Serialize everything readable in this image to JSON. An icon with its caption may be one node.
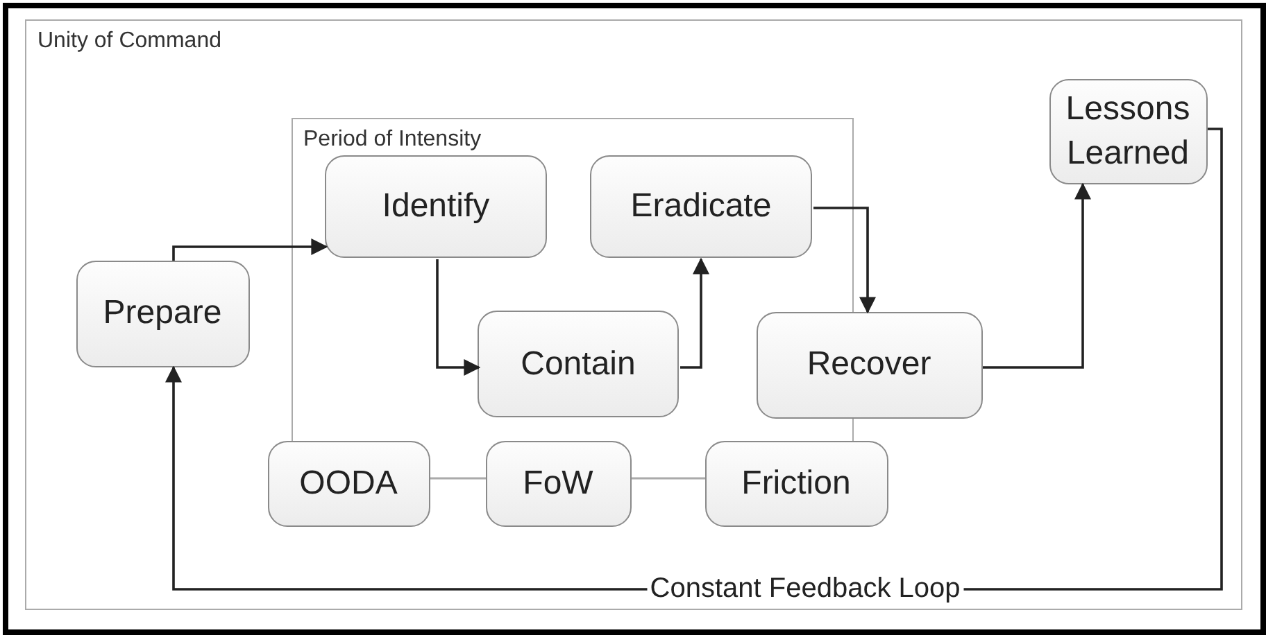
{
  "diagram": {
    "nodes": [
      {
        "text": [
          "Unity of Command"
        ]
      },
      {
        "text": [
          "Period of Intensity"
        ],
        "in": 0
      },
      {
        "text": [
          "Prepare"
        ],
        "in": 0
      },
      {
        "text": [
          "Identify"
        ],
        "in": 1
      },
      {
        "text": [
          "Eradicate"
        ],
        "in": 1
      },
      {
        "text": [
          "Contain"
        ],
        "in": 1
      },
      {
        "text": [
          "Recover"
        ],
        "in": 0
      },
      {
        "text": [
          "Lessons Learned"
        ],
        "in": 0
      },
      {
        "text": [
          "OODA"
        ],
        "in": 0
      },
      {
        "text": [
          "FoW"
        ],
        "in": 0
      },
      {
        "text": [
          "Friction"
        ],
        "in": 0
      }
    ],
    "edges": [
      {
        "from": 2,
        "to": 3,
        "arrow": "to"
      },
      {
        "from": 3,
        "to": 5,
        "arrow": "to"
      },
      {
        "from": 5,
        "to": 4,
        "arrow": "to"
      },
      {
        "from": 4,
        "to": 6,
        "arrow": "to"
      },
      {
        "from": 6,
        "to": 7,
        "arrow": "to"
      },
      {
        "from": 7,
        "to": 2,
        "arrow": "to",
        "label": "Constant Feedback Loop"
      }
    ]
  }
}
